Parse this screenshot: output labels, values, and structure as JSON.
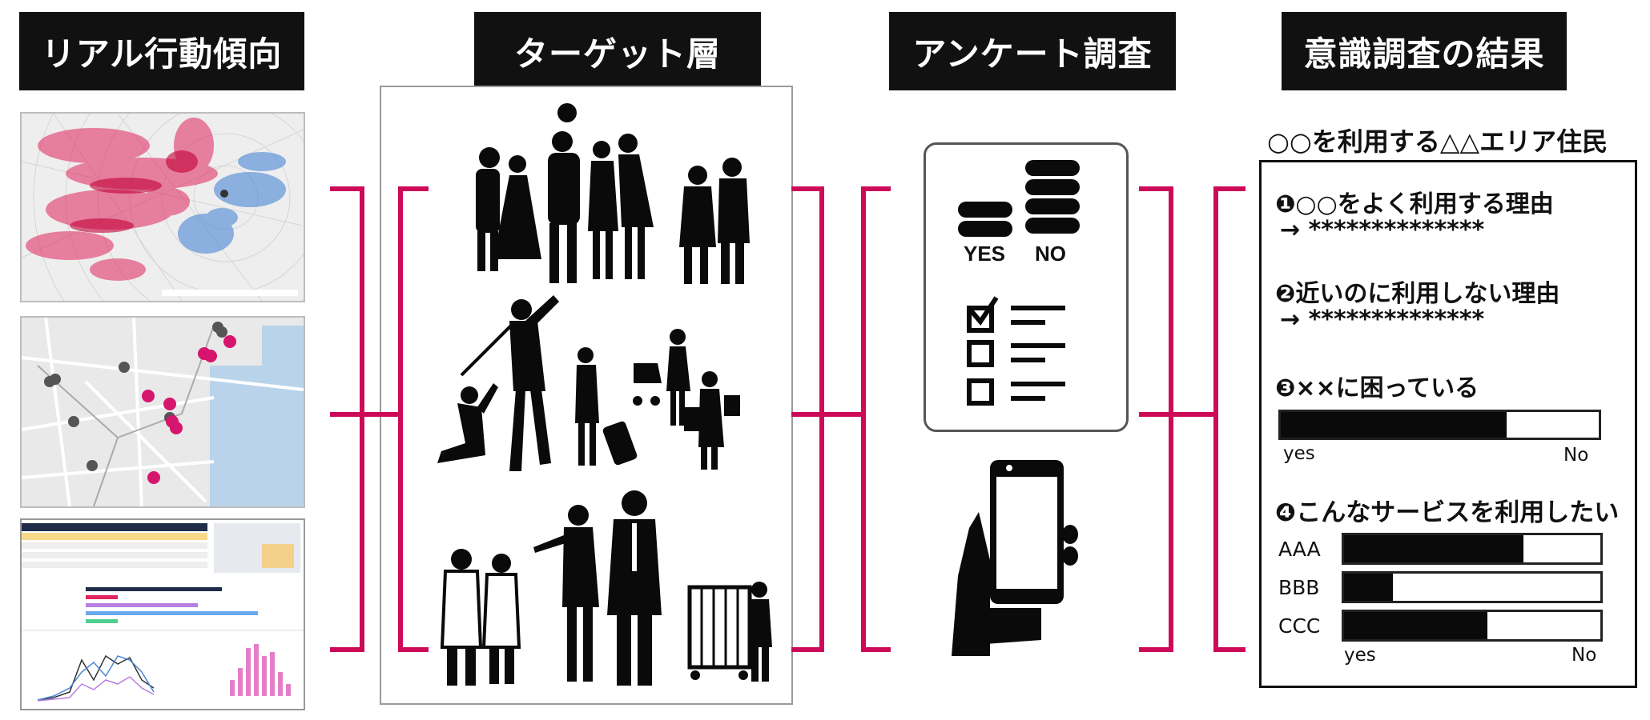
{
  "headers": {
    "real_behavior": "リアル行動傾向",
    "target": "ターゲット層",
    "survey": "アンケート調査",
    "result": "意識調査の結果"
  },
  "survey_icon": {
    "yes": "YES",
    "no": "NO"
  },
  "result": {
    "subtitle": "○○を利用する△△エリア住民",
    "q1": "❶○○をよく利用する理由",
    "q1_answer": "→ **************",
    "q2": "❷近いのに利用しない理由",
    "q2_answer": "→ **************",
    "q3": "❸××に困っている",
    "q3_bar": {
      "fill": 0.71,
      "left_label": "yes",
      "right_label": "No"
    },
    "q4": "❹こんなサービスを利用したい",
    "q4_bars": [
      {
        "label": "AAA",
        "fill": 0.7
      },
      {
        "label": "BBB",
        "fill": 0.19
      },
      {
        "label": "CCC",
        "fill": 0.56
      }
    ],
    "q4_left_label": "yes",
    "q4_right_label": "No"
  },
  "colors": {
    "accent": "#cc0a58",
    "header_bg": "#111111"
  }
}
